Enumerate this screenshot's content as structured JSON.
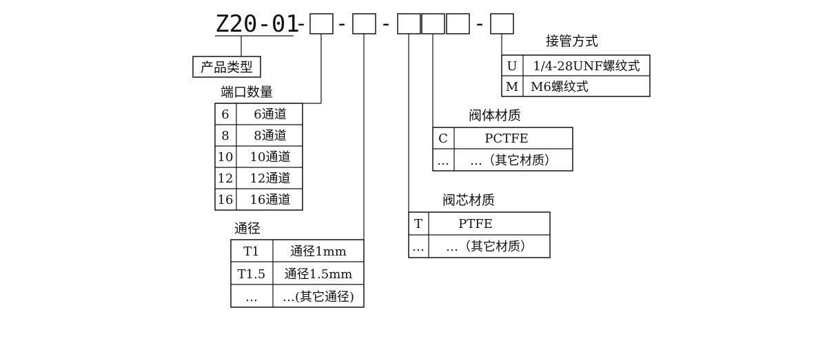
{
  "model": {
    "prefix": "Z20-01",
    "dash": "-"
  },
  "product_type": {
    "label": "产品类型"
  },
  "port_count": {
    "heading": "端口数量",
    "rows": [
      [
        "6",
        "6通道"
      ],
      [
        "8",
        "8通道"
      ],
      [
        "10",
        "10通道"
      ],
      [
        "12",
        "12通道"
      ],
      [
        "16",
        "16通道"
      ]
    ]
  },
  "bore": {
    "heading": "通径",
    "rows": [
      [
        "T1",
        "通径1mm"
      ],
      [
        "T1.5",
        "通径1.5mm"
      ],
      [
        "…",
        "…(其它通径)"
      ]
    ]
  },
  "core_material": {
    "heading": "阀芯材质",
    "rows": [
      [
        "T",
        "PTFE"
      ],
      [
        "…",
        "…（其它材质）"
      ]
    ]
  },
  "body_material": {
    "heading": "阀体材质",
    "rows": [
      [
        "C",
        "PCTFE"
      ],
      [
        "…",
        "…（其它材质）"
      ]
    ]
  },
  "connection": {
    "heading": "接管方式",
    "rows": [
      [
        "U",
        "1/4-28UNF螺纹式"
      ],
      [
        "M",
        "M6螺纹式"
      ]
    ]
  }
}
